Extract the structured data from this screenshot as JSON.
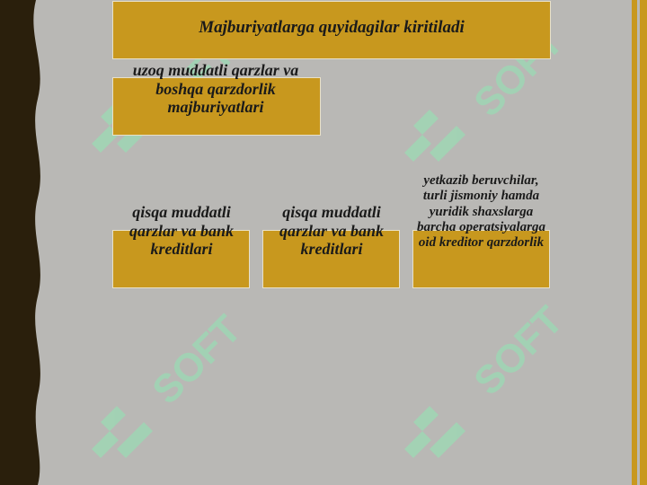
{
  "title": "Majburiyatlarga quyidagilar kiritiladi",
  "nodes": {
    "long_term": "uzoq muddatli qarzlar va boshqa qarzdorlik majburiyatlari",
    "short_term_1": "qisqa muddatli qarzlar va bank kreditlari",
    "short_term_2": "qisqa muddatli qarzlar va bank kreditlari",
    "suppliers": "yetkazib beruvchilar, turli jismoniy hamda yuridik shaxslarga barcha operatsiyalarga oid kreditor qarzdorlik"
  },
  "colors": {
    "background": "#b9b8b5",
    "box_fill": "#c8981e",
    "left_border": "#2a1f0c",
    "watermark": "#9fd6b4"
  },
  "watermark_text": "SOFT"
}
